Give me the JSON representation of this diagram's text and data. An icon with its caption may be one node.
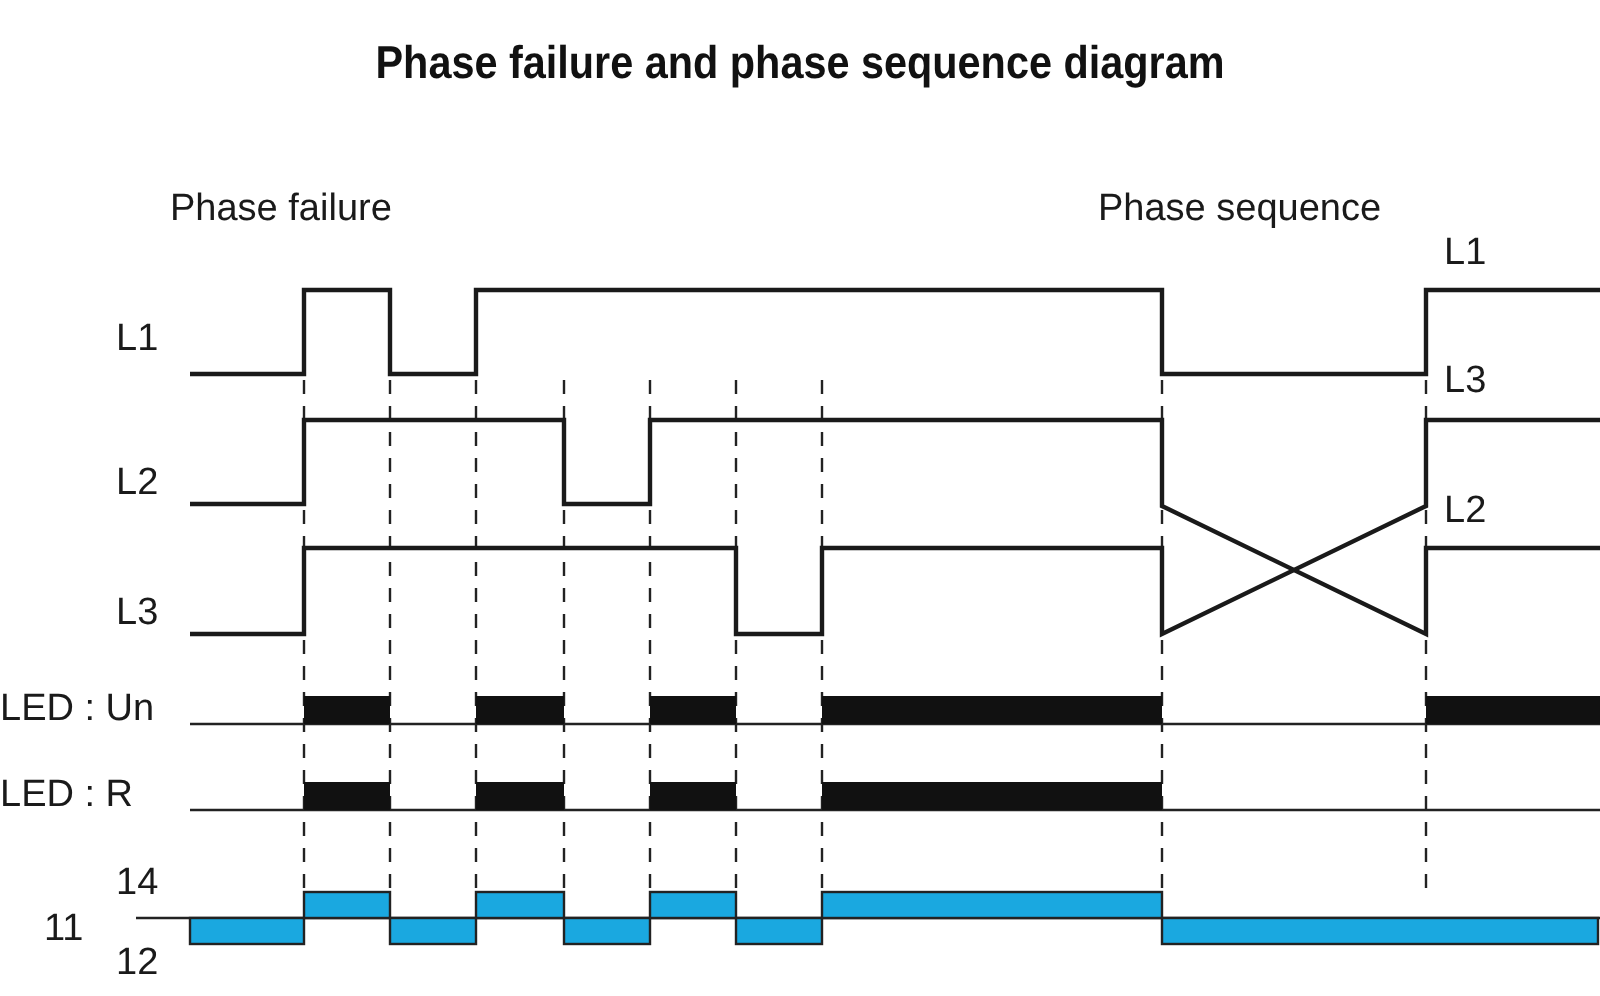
{
  "diagram": {
    "title": "Phase failure and phase sequence diagram",
    "labels": [
      "Phase failure",
      "Phase sequence",
      "L1",
      "L1",
      "L3",
      "L2",
      "L2",
      "L3",
      "LED : Un",
      "LED : R",
      "14",
      "11",
      "12"
    ]
  }
}
